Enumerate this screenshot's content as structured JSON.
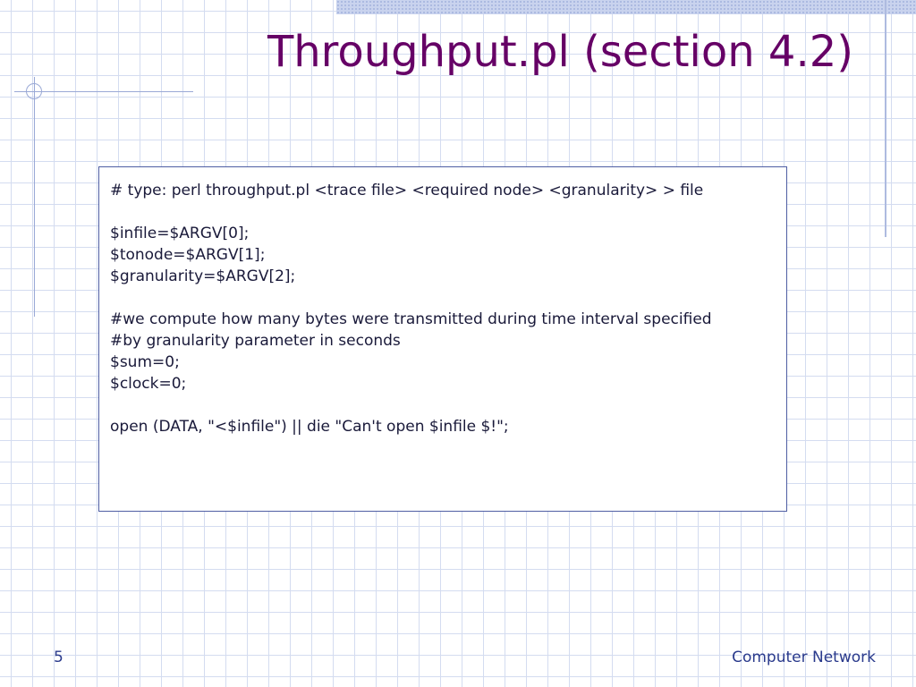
{
  "slide": {
    "title": "Throughput.pl (section 4.2)",
    "code_lines": [
      "# type: perl throughput.pl <trace file> <required node> <granularity> > file",
      "",
      "$infile=$ARGV[0];",
      "$tonode=$ARGV[1];",
      "$granularity=$ARGV[2];",
      "",
      "#we compute how many bytes were transmitted during time interval specified",
      "#by granularity parameter in seconds",
      "$sum=0;",
      "$clock=0;",
      "",
      "open (DATA, \"<$infile\") || die \"Can't open $infile $!\";"
    ],
    "footer": {
      "page_number": "5",
      "course_name": "Computer Network"
    }
  },
  "colors": {
    "title": "#660066",
    "text": "#1a1a3a",
    "footer": "#2a3a8c",
    "grid": "#d4dcf0",
    "box_border": "#4f5ea3"
  }
}
